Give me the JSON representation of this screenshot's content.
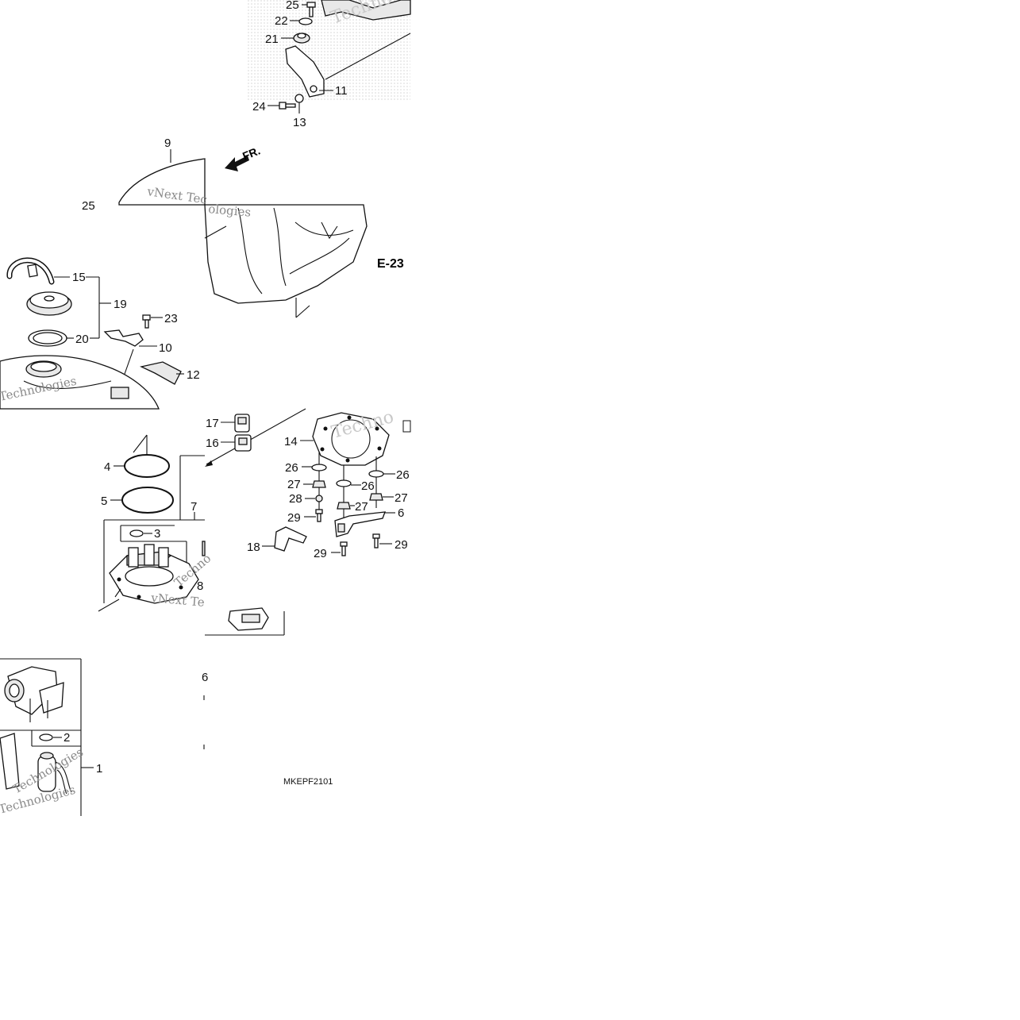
{
  "callouts": {
    "c25a": "25",
    "c22": "22",
    "c21": "21",
    "c11": "11",
    "c24": "24",
    "c13": "13",
    "c9": "9",
    "c25b": "25",
    "c15": "15",
    "c19": "19",
    "c23": "23",
    "c20": "20",
    "c10": "10",
    "c12": "12",
    "c17": "17",
    "c16": "16",
    "c14": "14",
    "c4": "4",
    "c26a": "26",
    "c26b": "26",
    "c26c": "26",
    "c27a": "27",
    "c27b": "27",
    "c27c": "27",
    "c5": "5",
    "c28": "28",
    "c29a": "29",
    "c6": "6",
    "c7": "7",
    "c3": "3",
    "c18": "18",
    "c29b": "29",
    "c29c": "29",
    "c8": "8",
    "c6b": "6",
    "c2": "2",
    "c1": "1"
  },
  "front_arrow_label": "FR.",
  "section_ref": "E-23",
  "diagram_code": "MKEPF2101",
  "watermarks": {
    "w1": "vNext Tec",
    "w2": "vNext Te",
    "w3": "Technologies",
    "w4": "Techno",
    "w5": "Techno",
    "w6": "Technologies",
    "w7": "Techno",
    "w8": "ologies",
    "w9": "Technologies"
  }
}
